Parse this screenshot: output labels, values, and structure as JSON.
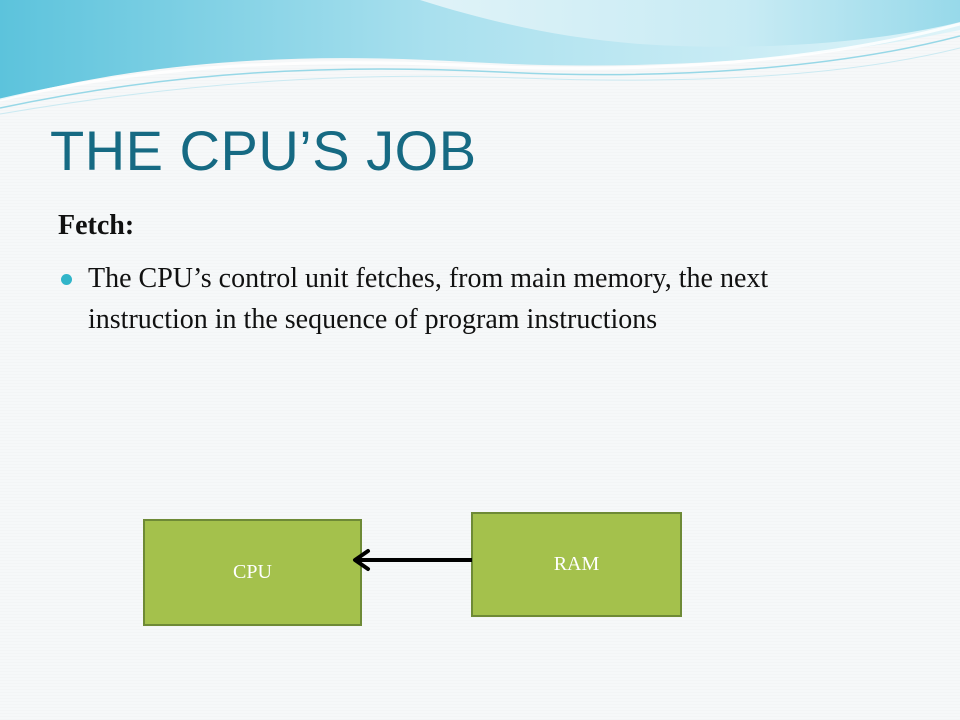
{
  "slide": {
    "title": "THE CPU’S JOB",
    "subheading": "Fetch:",
    "bullets": [
      "The CPU’s control unit fetches, from main memory, the next instruction in the sequence of program instructions"
    ]
  },
  "diagram": {
    "nodes": {
      "cpu": "CPU",
      "ram": "RAM"
    },
    "edge": {
      "from": "RAM",
      "to": "CPU"
    },
    "colors": {
      "title": "#166a83",
      "bullet": "#31b5c9",
      "box_fill": "#a4c14c",
      "box_border": "#6e8a36",
      "box_text": "#ffffff",
      "wave_light": "#bfe8f2",
      "wave_dark": "#56c1dc"
    }
  }
}
